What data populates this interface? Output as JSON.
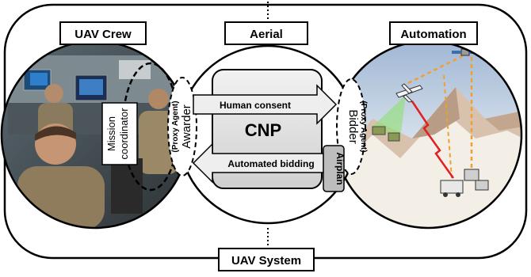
{
  "labels": {
    "uav_crew": "UAV Crew",
    "aerial": "Aerial",
    "automation": "Automation",
    "uav_system": "UAV System",
    "mission_coordinator_line1": "Mission",
    "mission_coordinator_line2": "coordinator",
    "awarder_proxy": "(Proxy Agent)",
    "awarder": "Awarder",
    "bidder_proxy": "(Proxy Agent)",
    "bidder": "Bidder",
    "human_consent": "Human consent",
    "cnp": "CNP",
    "automated_bidding": "Automated bidding",
    "airplan": "Airplan"
  },
  "colors": {
    "frame": "#000000",
    "box_fill": "#ffffff",
    "cnp_fill": "#e1e1e1",
    "arrow_fill": "#eeeeee",
    "airplan_fill": "#bdbdbd",
    "sky_top": "#c9d8ea",
    "snow": "#f2ece3",
    "red_signal": "#e02020",
    "green_beam": "#8ee070",
    "orange_path": "#f0a030"
  },
  "icons": {
    "uav": "uav-plane-icon",
    "satellite": "satellite-icon",
    "vehicle": "ground-vehicle-icon"
  }
}
